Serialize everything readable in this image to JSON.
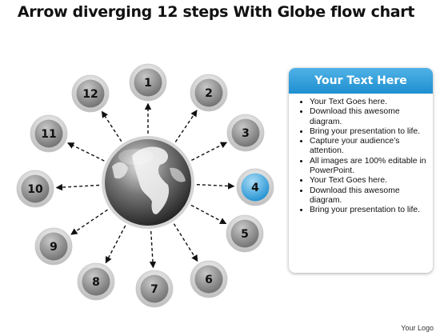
{
  "title": "Arrow diverging 12 steps With Globe flow chart",
  "steps": [
    {
      "label": "1",
      "highlighted": false
    },
    {
      "label": "2",
      "highlighted": false
    },
    {
      "label": "3",
      "highlighted": false
    },
    {
      "label": "4",
      "highlighted": true
    },
    {
      "label": "5",
      "highlighted": false
    },
    {
      "label": "6",
      "highlighted": false
    },
    {
      "label": "7",
      "highlighted": false
    },
    {
      "label": "8",
      "highlighted": false
    },
    {
      "label": "9",
      "highlighted": false
    },
    {
      "label": "10",
      "highlighted": false
    },
    {
      "label": "11",
      "highlighted": false
    },
    {
      "label": "12",
      "highlighted": false
    }
  ],
  "card": {
    "header": "Your Text Here",
    "bullets": [
      "Your Text Goes here.",
      "Download this awesome diagram.",
      "Bring your presentation to life.",
      "Capture your audience’s attention.",
      "All images are 100% editable in PowerPoint.",
      "Your Text Goes here.",
      "Download this awesome diagram.",
      "Bring your presentation to life."
    ]
  },
  "logo": "Your Logo",
  "colors": {
    "accent": "#2b9ad6",
    "circle_gray": "#8a8a8a",
    "globe_dark": "#3a3a3a"
  }
}
